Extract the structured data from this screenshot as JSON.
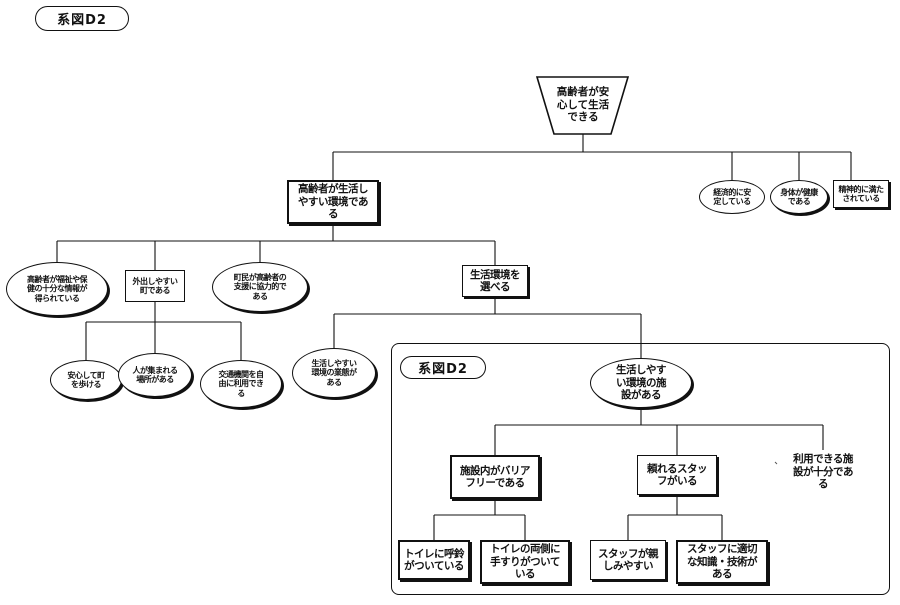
{
  "labels": {
    "top_tag": "系図D2",
    "frame_tag": "系図D2"
  },
  "nodes": {
    "root": "高齢者が安\n心して生活\nできる",
    "a": "高齢者が生活し\nやすい環境であ\nる",
    "b1": "経済的に安\n定している",
    "b2": "身体が健康\nである",
    "b3": "精神的に満た\nされている",
    "c1": "高齢者が福祉や保\n健の十分な情報が\n得られている",
    "c2": "外出しやすい\n町である",
    "c3": "町民が高齢者の\n支援に協力的で\nある",
    "c4": "生活環境を\n選べる",
    "d1": "安心して町\nを歩ける",
    "d2": "人が集まれる\n場所がある",
    "d3": "交通機関を自\n由に利用でき\nる",
    "e1": "生活しやすい\n環境の業態が\nある",
    "e2": "生活しやす\nい環境の施\n設がある",
    "f1": "施設内がバリア\nフリーである",
    "f2": "頼れるスタッ\nフがいる",
    "f3": "利用できる施\n設が十分であ\nる",
    "g1": "トイレに呼鈴\nがついている",
    "g2": "トイレの両側に\n手すりがついて\nいる",
    "g3": "スタッフが親\nしみやすい",
    "g4": "スタッフに適切\nな知識・技術が\nある"
  }
}
